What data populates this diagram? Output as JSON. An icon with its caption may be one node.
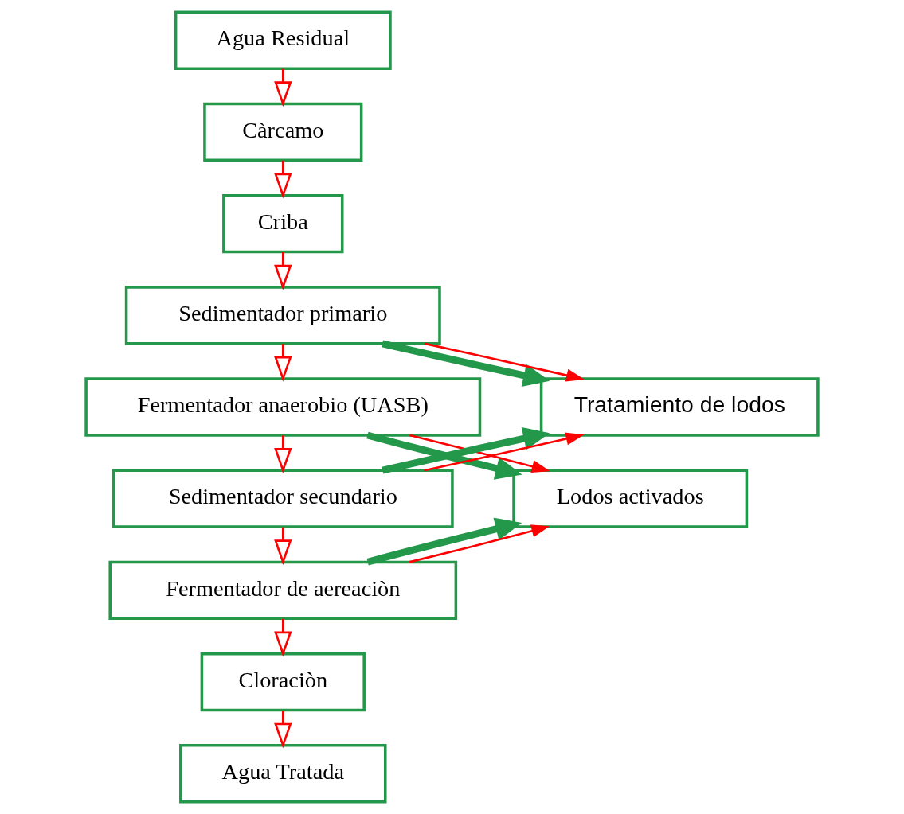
{
  "diagram": {
    "nodes": [
      {
        "text": [
          "Agua Residual"
        ]
      },
      {
        "text": [
          "Càrcamo"
        ]
      },
      {
        "text": [
          "Criba"
        ]
      },
      {
        "text": [
          "Sedimentador primario"
        ]
      },
      {
        "text": [
          "Fermentador anaerobio (UASB)"
        ]
      },
      {
        "text": [
          "Sedimentador secundario"
        ]
      },
      {
        "text": [
          "Fermentador de aereaciòn"
        ]
      },
      {
        "text": [
          "Cloraciòn"
        ]
      },
      {
        "text": [
          "Agua Tratada"
        ]
      },
      {
        "text": [
          "Tratamiento de lodos"
        ]
      },
      {
        "text": [
          "Lodos activados"
        ]
      }
    ],
    "edges": [
      {
        "from": 0,
        "to": 1,
        "arrow": "to"
      },
      {
        "from": 1,
        "to": 2,
        "arrow": "to"
      },
      {
        "from": 2,
        "to": 3,
        "arrow": "to"
      },
      {
        "from": 3,
        "to": 4,
        "arrow": "to"
      },
      {
        "from": 4,
        "to": 5,
        "arrow": "to"
      },
      {
        "from": 5,
        "to": 6,
        "arrow": "to"
      },
      {
        "from": 6,
        "to": 7,
        "arrow": "to"
      },
      {
        "from": 7,
        "to": 8,
        "arrow": "to"
      },
      {
        "from": 3,
        "to": 9,
        "arrow": "to",
        "style": "thick",
        "color": "#23974a"
      },
      {
        "from": 5,
        "to": 9,
        "arrow": "to",
        "style": "thick",
        "color": "#23974a"
      },
      {
        "from": 3,
        "to": 9,
        "arrow": "to"
      },
      {
        "from": 5,
        "to": 9,
        "arrow": "to"
      },
      {
        "from": 4,
        "to": 10,
        "arrow": "to",
        "style": "thick",
        "color": "#23974a"
      },
      {
        "from": 6,
        "to": 10,
        "arrow": "to",
        "style": "thick",
        "color": "#23974a"
      },
      {
        "from": 4,
        "to": 10,
        "arrow": "to"
      },
      {
        "from": 6,
        "to": 10,
        "arrow": "to"
      }
    ]
  }
}
